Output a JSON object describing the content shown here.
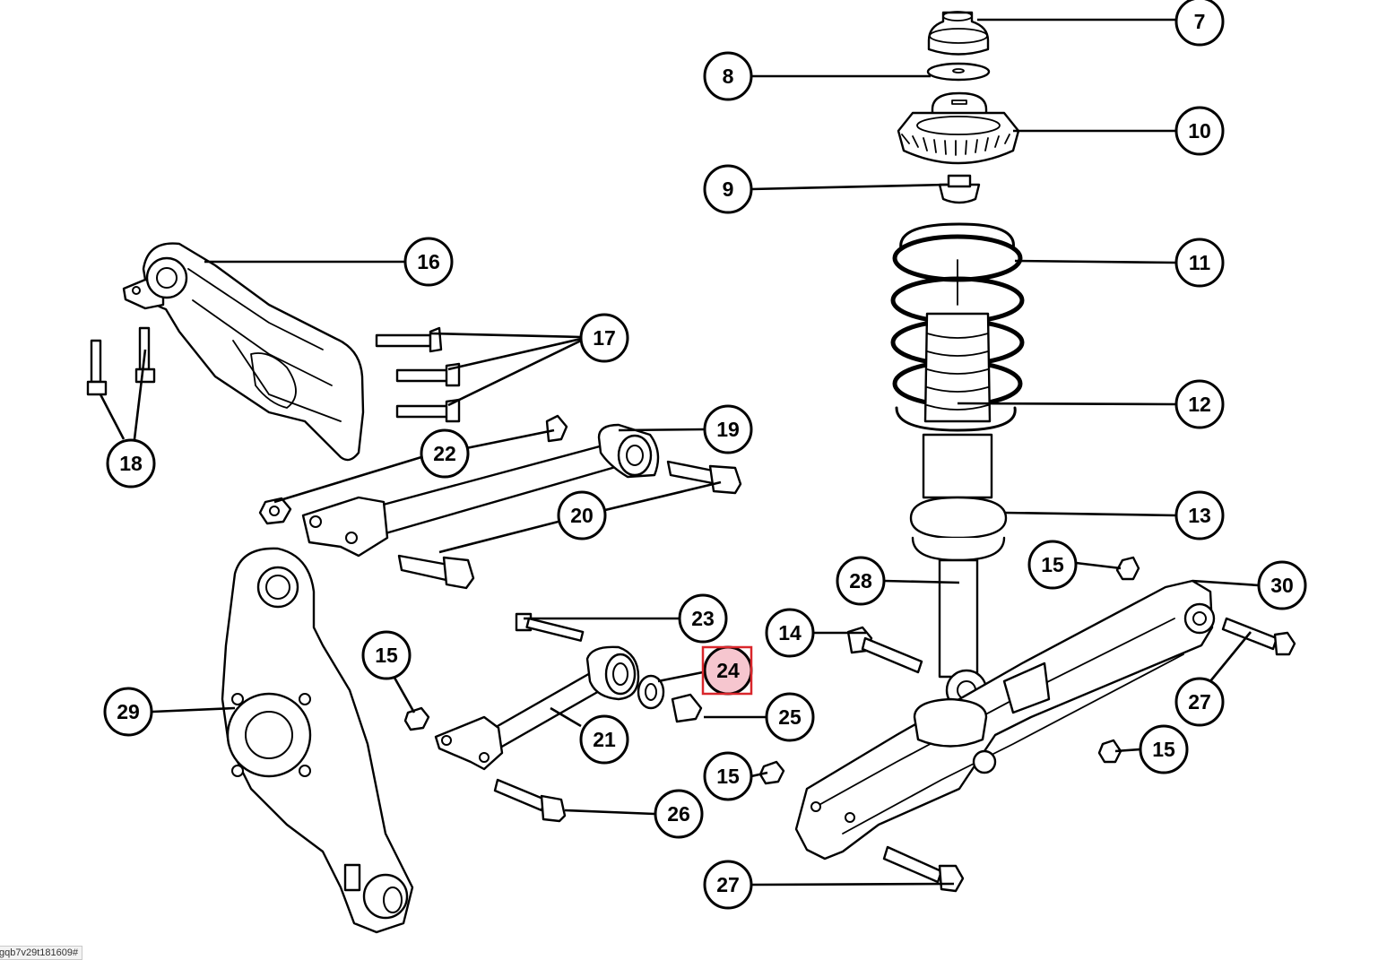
{
  "diagram": {
    "highlight_color": "#d9262b",
    "highlight_fill": "#f6c6cf",
    "highlighted_callout": "24",
    "callouts": [
      {
        "id": "c7",
        "label": "7"
      },
      {
        "id": "c8",
        "label": "8"
      },
      {
        "id": "c9",
        "label": "9"
      },
      {
        "id": "c10",
        "label": "10"
      },
      {
        "id": "c11",
        "label": "11"
      },
      {
        "id": "c12",
        "label": "12"
      },
      {
        "id": "c13",
        "label": "13"
      },
      {
        "id": "c14",
        "label": "14"
      },
      {
        "id": "c15a",
        "label": "15"
      },
      {
        "id": "c15b",
        "label": "15"
      },
      {
        "id": "c15c",
        "label": "15"
      },
      {
        "id": "c15d",
        "label": "15"
      },
      {
        "id": "c16",
        "label": "16"
      },
      {
        "id": "c17",
        "label": "17"
      },
      {
        "id": "c18",
        "label": "18"
      },
      {
        "id": "c19",
        "label": "19"
      },
      {
        "id": "c20",
        "label": "20"
      },
      {
        "id": "c21",
        "label": "21"
      },
      {
        "id": "c22",
        "label": "22"
      },
      {
        "id": "c23",
        "label": "23"
      },
      {
        "id": "c24",
        "label": "24"
      },
      {
        "id": "c25",
        "label": "25"
      },
      {
        "id": "c26",
        "label": "26"
      },
      {
        "id": "c27a",
        "label": "27"
      },
      {
        "id": "c27b",
        "label": "27"
      },
      {
        "id": "c28",
        "label": "28"
      },
      {
        "id": "c29",
        "label": "29"
      },
      {
        "id": "c30",
        "label": "30"
      }
    ]
  },
  "corner_id": "gqb7v29t181609#"
}
